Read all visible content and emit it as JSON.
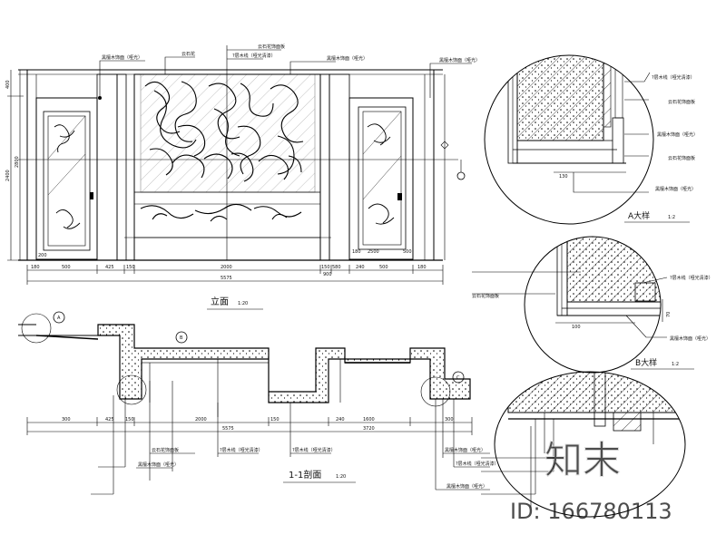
{
  "elevation": {
    "title": "立面",
    "scale": "1:20",
    "callouts": [
      "黑檀木饰面（哑光）",
      "云石花",
      "?层木线（哑光清漆）",
      "云石花饰面板",
      "黑檀木饰面（哑光）",
      "黑檀木饰面（哑光）"
    ],
    "bottom_dims": [
      "180",
      "500",
      "425",
      "150",
      "2000",
      "150",
      "580",
      "240",
      "500",
      "180"
    ],
    "total_dim": "5575",
    "left_dims": [
      "400",
      "2400",
      "2800"
    ],
    "door_dims": [
      "200",
      "2500",
      "180",
      "900",
      "500"
    ]
  },
  "section": {
    "title": "1-1剖面",
    "scale": "1:20",
    "dims": [
      "300",
      "425",
      "150",
      "2000",
      "150",
      "1600",
      "240",
      "300",
      "3720",
      "5575"
    ],
    "callouts": [
      "云石花饰面板",
      "黑檀木饰面（哑光）",
      "?层木线（哑光清漆）",
      "?层木线（哑光清漆）",
      "黑檀木饰面（哑光）",
      "?层木线（哑光清漆）",
      "黑檀木饰面（哑光）"
    ],
    "markers": [
      "A",
      "B",
      "C"
    ]
  },
  "detail_a": {
    "title": "A大样",
    "scale": "1:2",
    "callouts": [
      "?层木线（哑光清漆）",
      "云石花饰面板",
      "黑檀木饰面（哑光）",
      "云石花饰面板",
      "黑檀木饰面（哑光）"
    ],
    "dims": [
      "130"
    ]
  },
  "detail_b": {
    "title": "B大样",
    "scale": "1:2",
    "callouts": [
      "?层木线（哑光清漆）",
      "云石花饰面板",
      "黑檀木饰面（哑光）"
    ],
    "dims": [
      "70",
      "100"
    ]
  },
  "watermark": {
    "logo": "知末",
    "id": "ID: 166780113"
  }
}
